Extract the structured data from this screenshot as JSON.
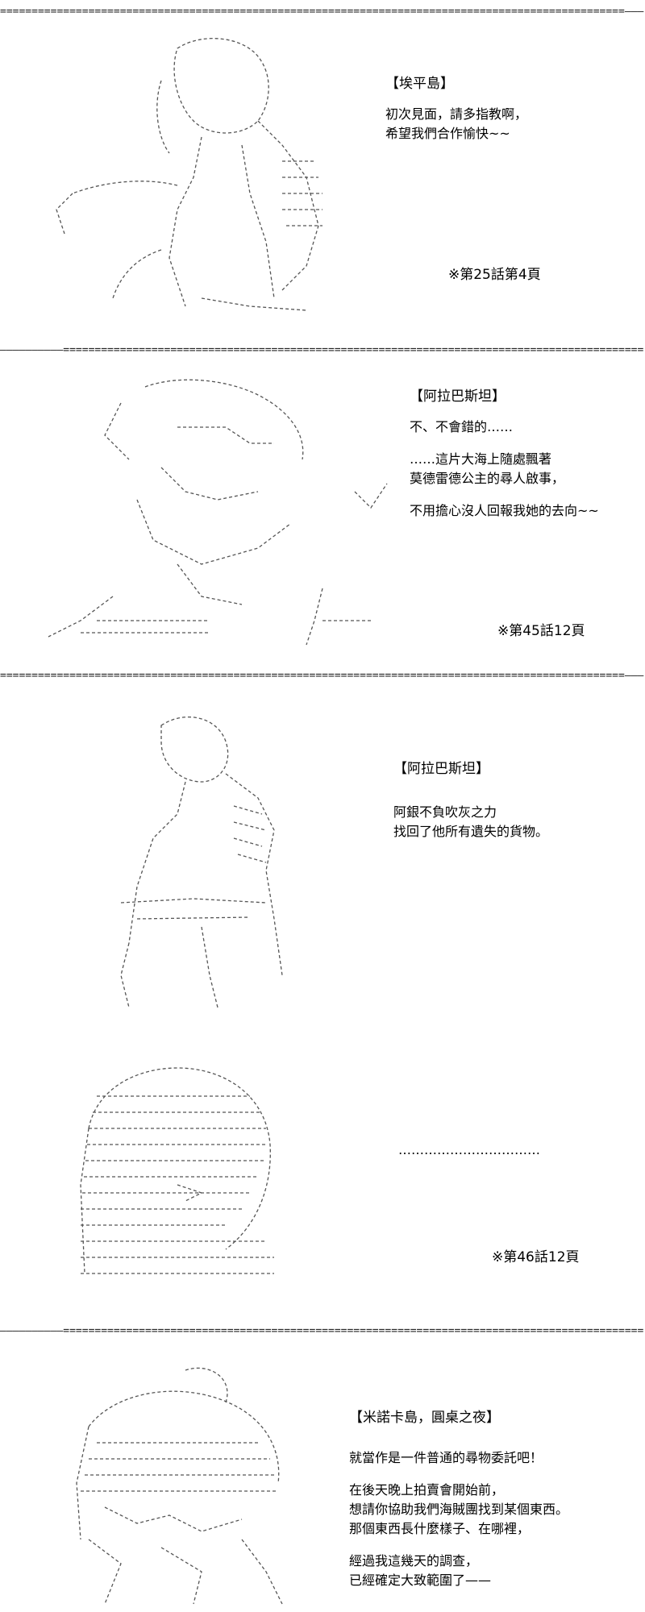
{
  "dividers": [
    "===================================================================================================———",
    "——————————============================================================================================",
    "===================================================================================================———",
    "——————————============================================================================================"
  ],
  "panel1": {
    "title": "【埃平島】",
    "lines": [
      "初次見面，請多指教啊，",
      "希望我們合作愉快~~"
    ],
    "ref": "※第25話第4頁"
  },
  "panel2": {
    "title": "【阿拉巴斯坦】",
    "lines": [
      "不、不會錯的……",
      "",
      "……這片大海上隨處飄著",
      "莫德雷德公主的尋人啟事，",
      "",
      "不用擔心沒人回報我她的去向~~"
    ],
    "ref": "※第45話12頁"
  },
  "panel3": {
    "title": "【阿拉巴斯坦】",
    "lines": [
      "阿銀不負吹灰之力",
      "找回了他所有遺失的貨物。"
    ]
  },
  "panel4": {
    "lines": [
      "……………………………"
    ],
    "ref": "※第46話12頁"
  },
  "panel5": {
    "title": "【米諾卡島，圓桌之夜】",
    "lines": [
      "就當作是一件普通的尋物委託吧！",
      "",
      "在後天晚上拍賣會開始前，",
      "想請你協助我們海賊團找到某個東西。",
      "那個東西長什麼樣子、在哪裡，",
      "",
      "經過我這幾天的調查，",
      "已經確定大致範圍了——"
    ]
  }
}
